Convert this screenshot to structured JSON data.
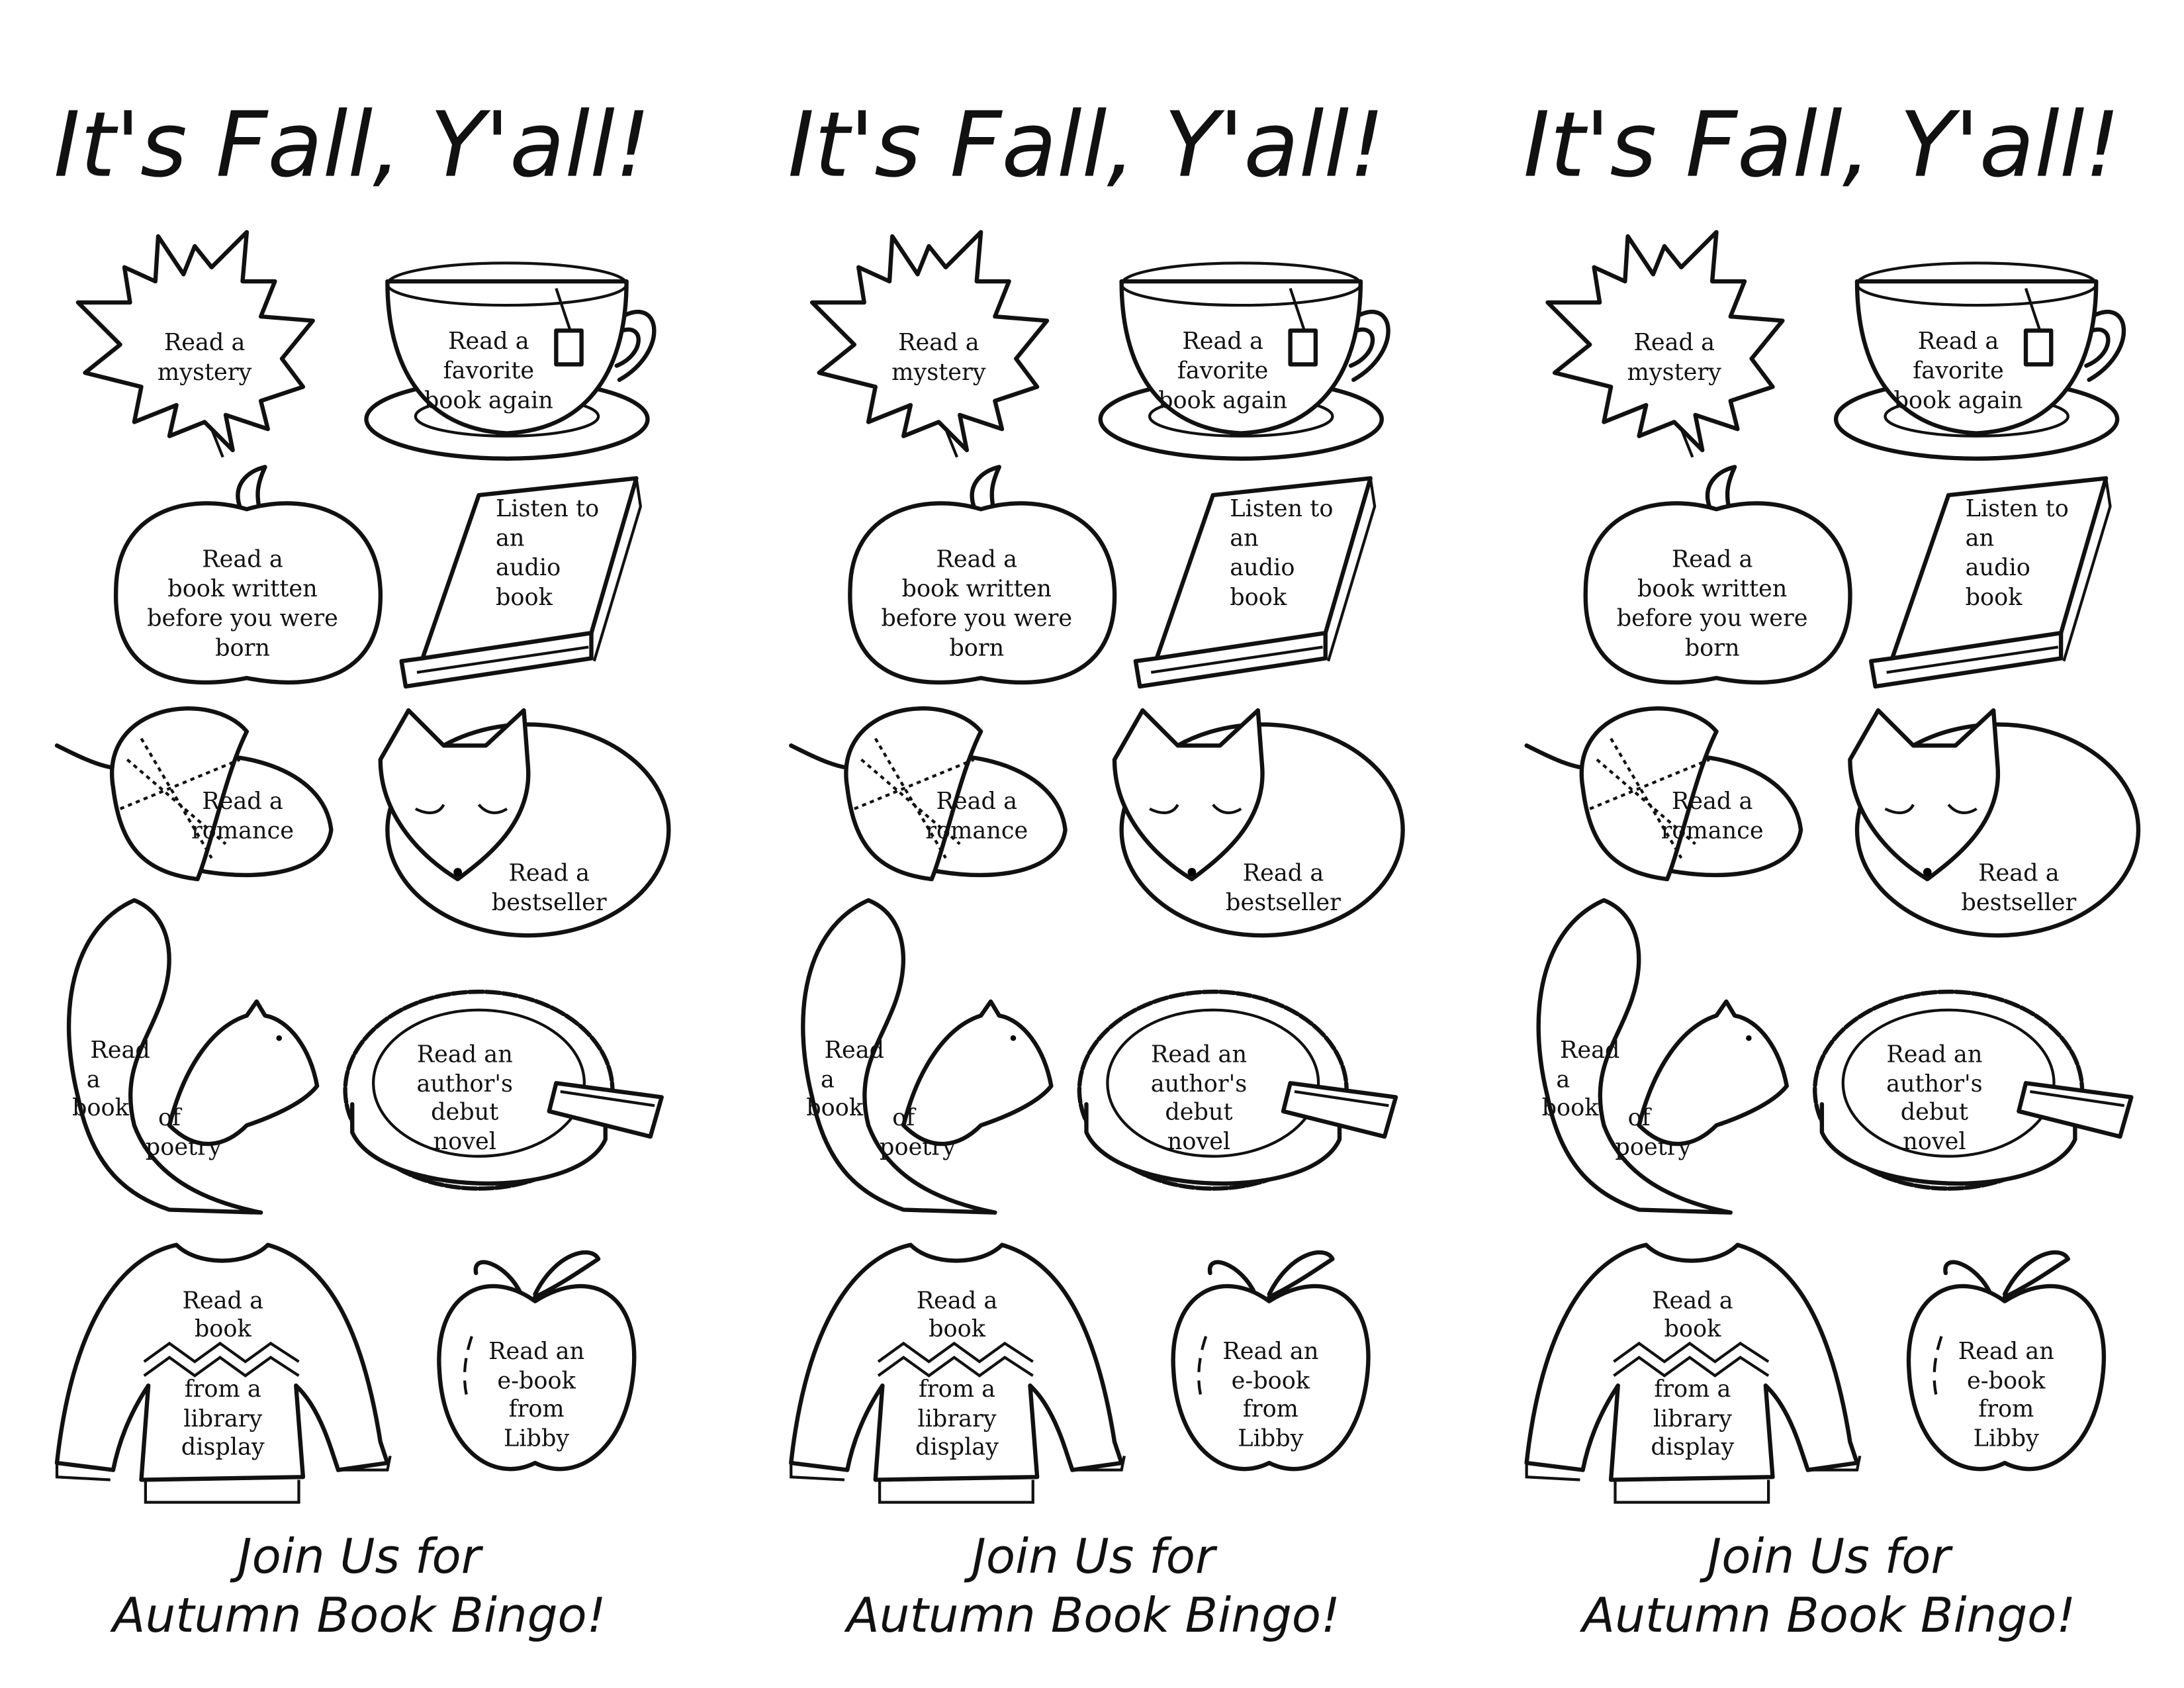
{
  "bookmarks": [
    {
      "title": "It's Fall, Y'all!",
      "items": {
        "leaf": [
          "Read a",
          "mystery"
        ],
        "cup": [
          "Read a",
          "favorite",
          "book again"
        ],
        "pumpkin": [
          "Read a",
          "book written",
          "before you were",
          "born"
        ],
        "book": [
          "Listen to",
          "an",
          "audio",
          "book"
        ],
        "acorn": [
          "Read a",
          "romance"
        ],
        "fox": [
          "Read a",
          "bestseller"
        ],
        "squirrel": [
          "Read",
          "a",
          "book",
          "of",
          "poetry"
        ],
        "pie": [
          "Read an",
          "author's",
          "debut",
          "novel"
        ],
        "sweater": [
          "Read a",
          "book",
          "from a",
          "library",
          "display"
        ],
        "apple": [
          "Read an",
          "e-book",
          "from",
          "Libby"
        ]
      },
      "footer": [
        "Join Us for",
        "Autumn Book Bingo!"
      ]
    },
    {
      "title": "It's Fall, Y'all!",
      "items": {
        "leaf": [
          "Read a",
          "mystery"
        ],
        "cup": [
          "Read a",
          "favorite",
          "book again"
        ],
        "pumpkin": [
          "Read a",
          "book written",
          "before you were",
          "born"
        ],
        "book": [
          "Listen to",
          "an",
          "audio",
          "book"
        ],
        "acorn": [
          "Read a",
          "romance"
        ],
        "fox": [
          "Read a",
          "bestseller"
        ],
        "squirrel": [
          "Read",
          "a",
          "book",
          "of",
          "poetry"
        ],
        "pie": [
          "Read an",
          "author's",
          "debut",
          "novel"
        ],
        "sweater": [
          "Read a",
          "book",
          "from a",
          "library",
          "display"
        ],
        "apple": [
          "Read an",
          "e-book",
          "from",
          "Libby"
        ]
      },
      "footer": [
        "Join Us for",
        "Autumn Book Bingo!"
      ]
    },
    {
      "title": "It's Fall, Y'all!",
      "items": {
        "leaf": [
          "Read a",
          "mystery"
        ],
        "cup": [
          "Read a",
          "favorite",
          "book again"
        ],
        "pumpkin": [
          "Read a",
          "book written",
          "before you were",
          "born"
        ],
        "book": [
          "Listen to",
          "an",
          "audio",
          "book"
        ],
        "acorn": [
          "Read a",
          "romance"
        ],
        "fox": [
          "Read a",
          "bestseller"
        ],
        "squirrel": [
          "Read",
          "a",
          "book",
          "of",
          "poetry"
        ],
        "pie": [
          "Read an",
          "author's",
          "debut",
          "novel"
        ],
        "sweater": [
          "Read a",
          "book",
          "from a",
          "library",
          "display"
        ],
        "apple": [
          "Read an",
          "e-book",
          "from",
          "Libby"
        ]
      },
      "footer": [
        "Join Us for",
        "Autumn Book Bingo!"
      ]
    }
  ]
}
